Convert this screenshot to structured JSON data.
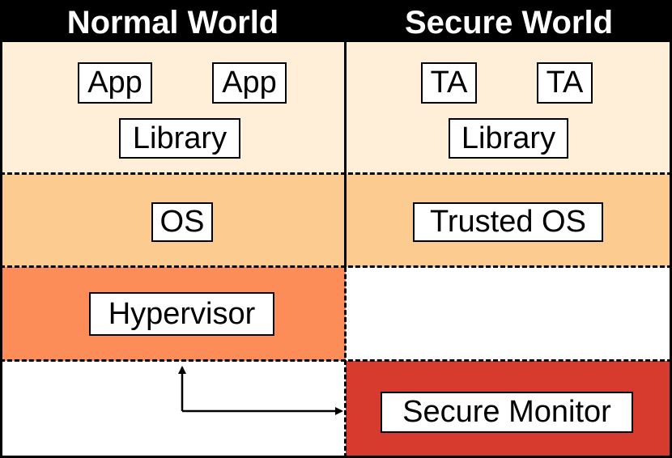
{
  "headers": {
    "normal_world": "Normal World",
    "secure_world": "Secure World"
  },
  "normal_world": {
    "app_1": "App",
    "app_2": "App",
    "library": "Library",
    "os": "OS",
    "hypervisor": "Hypervisor"
  },
  "secure_world": {
    "ta_1": "TA",
    "ta_2": "TA",
    "library": "Library",
    "trusted_os": "Trusted OS",
    "secure_monitor": "Secure Monitor"
  },
  "colors": {
    "user_level": "#FFEFD9",
    "os_level": "#FBCB90",
    "hypervisor_level": "#FC8D59",
    "monitor_level": "#D73B2E",
    "header": "#000000"
  }
}
